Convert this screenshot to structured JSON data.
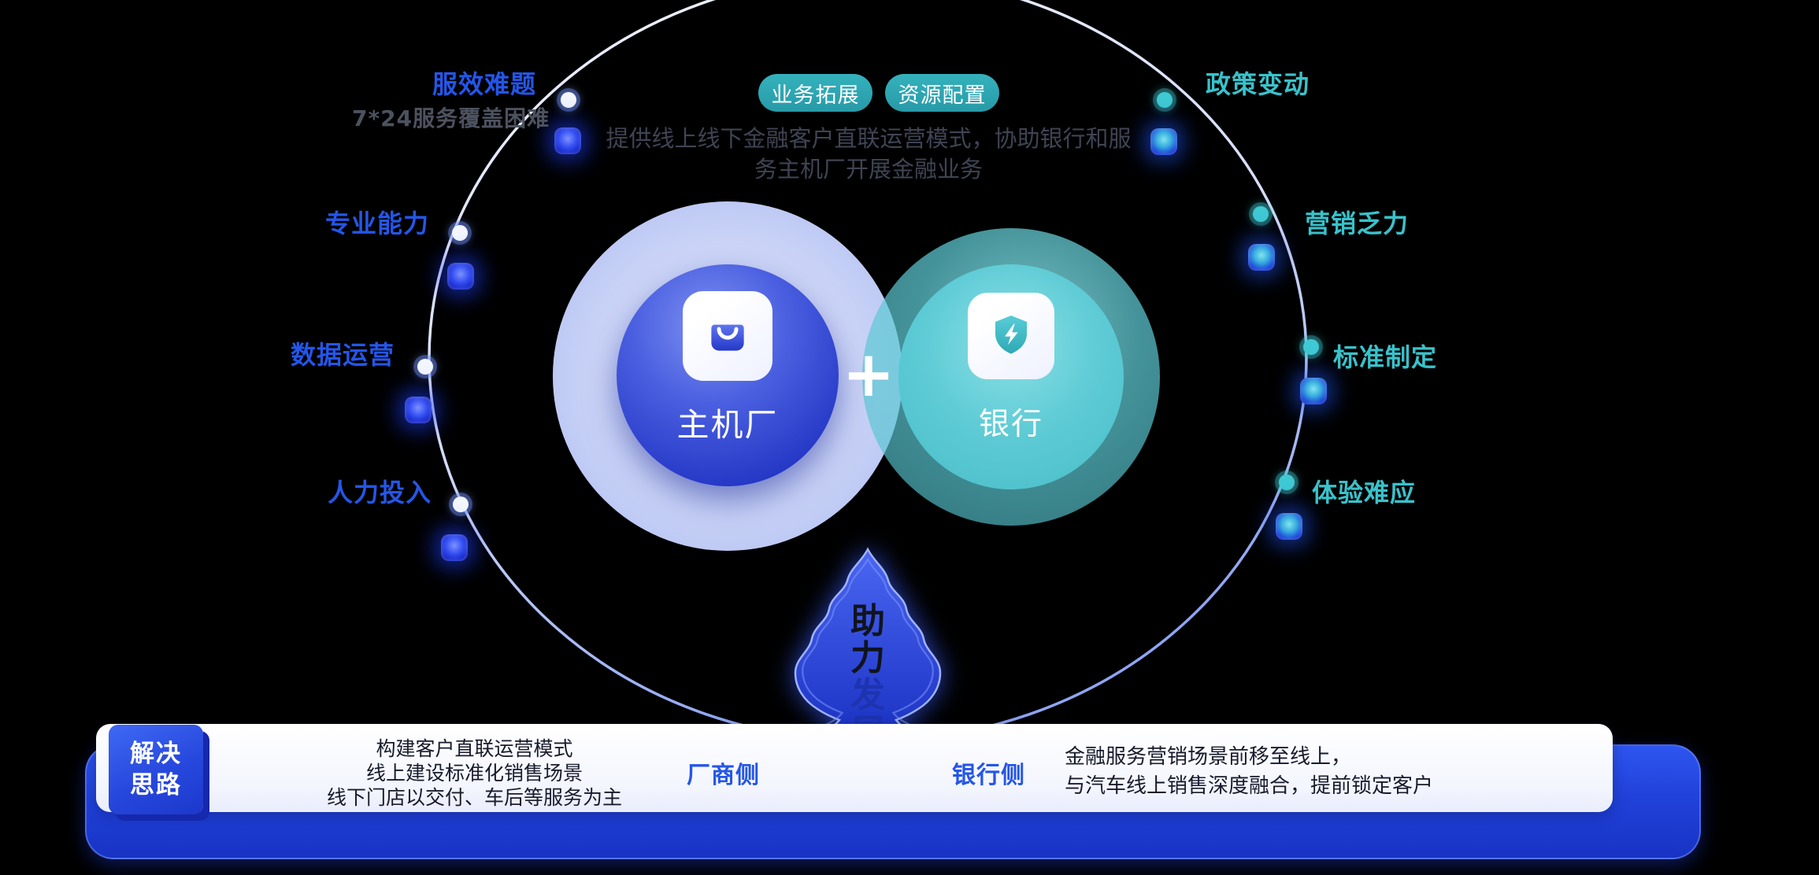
{
  "top": {
    "badges": [
      "业务拓展",
      "资源配置"
    ],
    "desc": [
      "提供线上线下金融客户直联运营模式，协助银行和服",
      "务主机厂开展金融业务"
    ]
  },
  "left_labels": [
    {
      "title": "服效难题",
      "sub": "7*24服务覆盖困难"
    },
    {
      "title": "专业能力"
    },
    {
      "title": "数据运营"
    },
    {
      "title": "人力投入"
    }
  ],
  "right_labels": [
    {
      "title": "政策变动"
    },
    {
      "title": "营销乏力"
    },
    {
      "title": "标准制定"
    },
    {
      "title": "体验难应"
    }
  ],
  "venn": {
    "left_label": "主机厂",
    "right_label": "银行",
    "plus": "+",
    "left_icon": "shopping-bag",
    "right_icon": "shield-lightning"
  },
  "tree": {
    "text": [
      "助",
      "力",
      "发",
      "展"
    ]
  },
  "solution": {
    "badge": [
      "解决",
      "思路"
    ],
    "factory_lines": [
      "构建客户直联运营模式",
      "线上建设标准化销售场景",
      "线下门店以交付、车后等服务为主"
    ],
    "factory_side_label": "厂商侧",
    "bank_side_label": "银行侧",
    "bank_lines": [
      "金融服务营销场景前移至线上，",
      "与汽车线上销售深度融合，提前锁定客户"
    ]
  },
  "colors": {
    "background": "#000000",
    "accent_blue": "#2456e8",
    "accent_teal": "#39c2cb",
    "pill_teal": "#2fa9b5",
    "circle_blue": "#2a3ec8",
    "circle_teal": "#58c8d2",
    "halo_lavender": "#ccd5f7",
    "bottom_bar_blue": "#1e3cd2",
    "panel_white": "#ffffff",
    "tree_blue": "#2a48e0"
  }
}
